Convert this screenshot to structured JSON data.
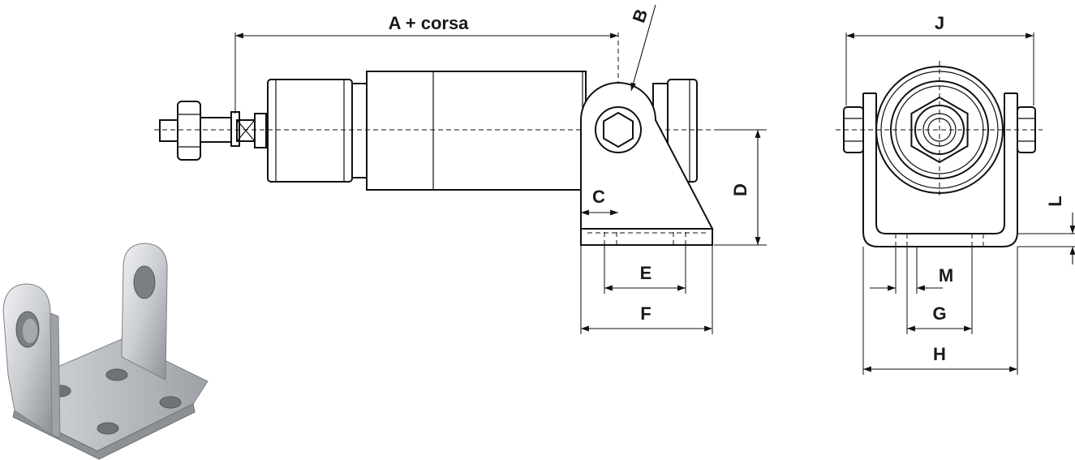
{
  "labels": {
    "A_stroke": "A + corsa",
    "B": "B",
    "C": "C",
    "D": "D",
    "E": "E",
    "F": "F",
    "J": "J",
    "L": "L",
    "M": "M",
    "G": "G",
    "H": "H"
  },
  "colors": {
    "line": "#111111",
    "bracket_metal_light": "#e4e6e8",
    "bracket_metal_dark": "#8d9196"
  }
}
